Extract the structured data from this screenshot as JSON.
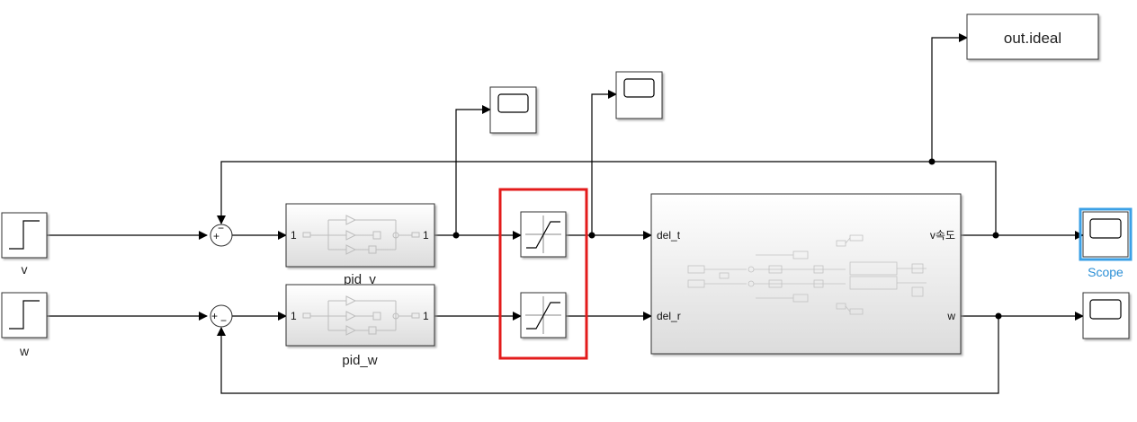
{
  "diagram": {
    "sources": {
      "v_label": "v",
      "w_label": "w"
    },
    "subsystems": {
      "pid_v_label": "pid_v",
      "pid_w_label": "pid_w",
      "port_in": "1",
      "port_out": "1"
    },
    "sums": {
      "v_signs": [
        "+",
        "−"
      ],
      "w_signs": [
        "+",
        "−"
      ]
    },
    "plant": {
      "in1": "del_t",
      "in2": "del_r",
      "out1": "v속도",
      "out2": "w"
    },
    "sinks": {
      "workspace_label": "out.ideal",
      "scope_label": "Scope"
    },
    "colors": {
      "highlight": "#e31b1b",
      "selection": "#3ba0e6",
      "selection_text": "#2b8fd6"
    }
  }
}
